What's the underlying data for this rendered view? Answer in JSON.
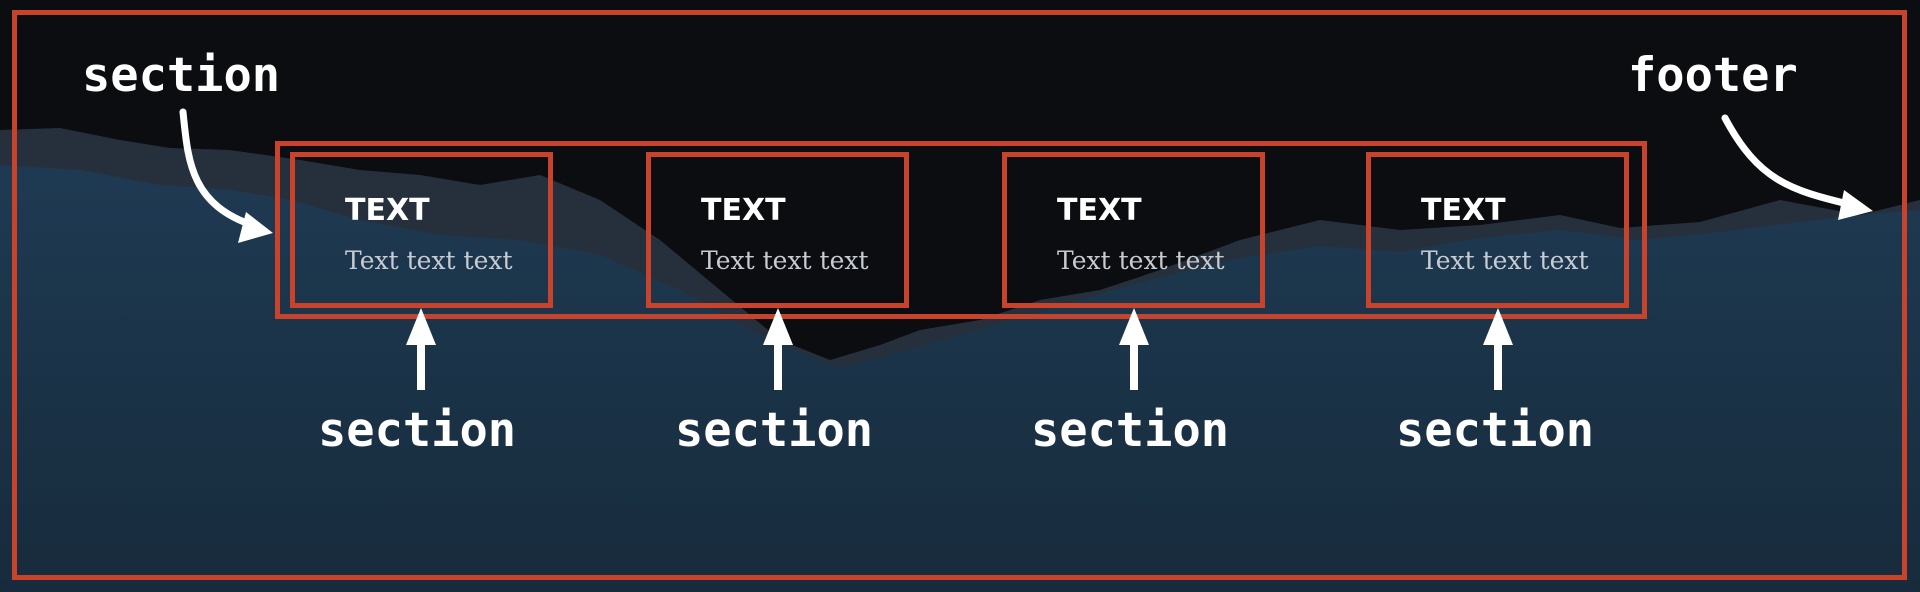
{
  "labels": {
    "section_outer": "section",
    "footer": "footer",
    "section_bottom": [
      "section",
      "section",
      "section",
      "section"
    ]
  },
  "cards": [
    {
      "title": "TEXT",
      "text": "Text text text"
    },
    {
      "title": "TEXT",
      "text": "Text text text"
    },
    {
      "title": "TEXT",
      "text": "Text text text"
    },
    {
      "title": "TEXT",
      "text": "Text text text"
    }
  ],
  "colors": {
    "outline": "#c8432c",
    "annotation": "#ffffff",
    "sky": "#0b0d10",
    "mountain_far": "#2c3644",
    "mountain_mid": "#1c2a38",
    "valley": "#1b3347"
  }
}
